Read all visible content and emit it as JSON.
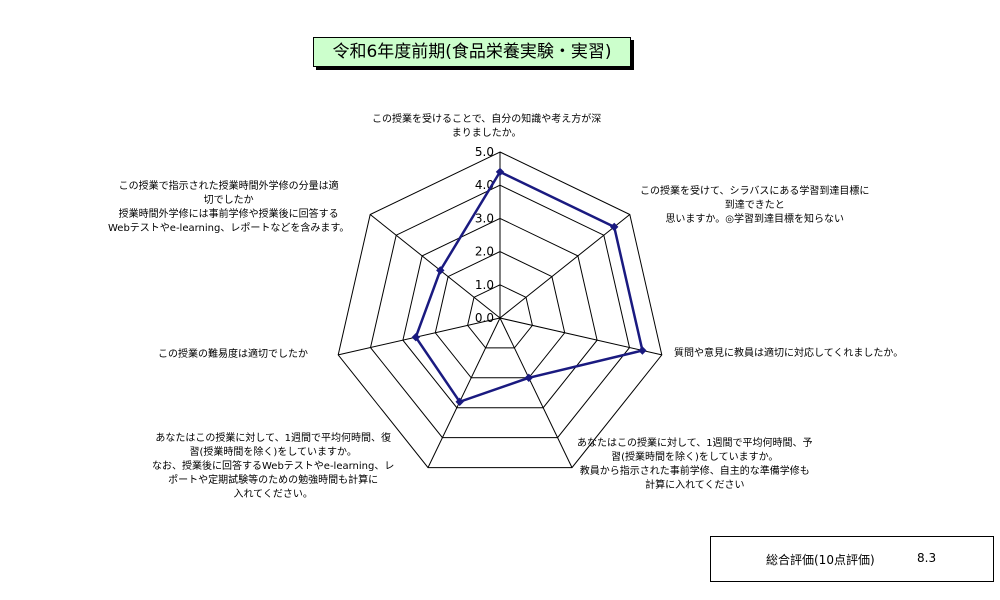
{
  "chart_data": {
    "type": "radar",
    "title": "令和6年度前期(食品栄養実験・実習)",
    "axes": [
      "この授業を受けることで、自分の知識や考え方が深\nまりましたか。",
      "この授業を受けて、シラバスにある学習到達目標に\n到達できたと\n思いますか。◎学習到達目標を知らない",
      "質問や意見に教員は適切に対応してくれましたか。",
      "あなたはこの授業に対して、1週間で平均何時間、予\n習(授業時間を除く)をしていますか。\n教員から指示された事前学修、自主的な準備学修も\n計算に入れてください",
      "あなたはこの授業に対して、1週間で平均何時間、復\n習(授業時間を除く)をしていますか。\nなお、授業後に回答するWebテストやe-learning、レ\nポートや定期試験等のための勉強時間も計算に\n入れてください。",
      "この授業の難易度は適切でしたか",
      "この授業で指示された授業時間外学修の分量は適\n切でしたか\n授業時間外学修には事前学修や授業後に回答する\nWebテストやe-learning、レポートなどを含みます。"
    ],
    "values": [
      4.4,
      4.4,
      4.4,
      2.0,
      2.8,
      2.6,
      2.3
    ],
    "range": [
      0,
      5
    ],
    "ticks": [
      "0.0",
      "1.0",
      "2.0",
      "3.0",
      "4.0",
      "5.0"
    ],
    "series_color": "#1a1a80",
    "title_bg": "#ccffcc"
  },
  "summary": {
    "label": "総合評価(10点評価)",
    "value": "8.3"
  }
}
